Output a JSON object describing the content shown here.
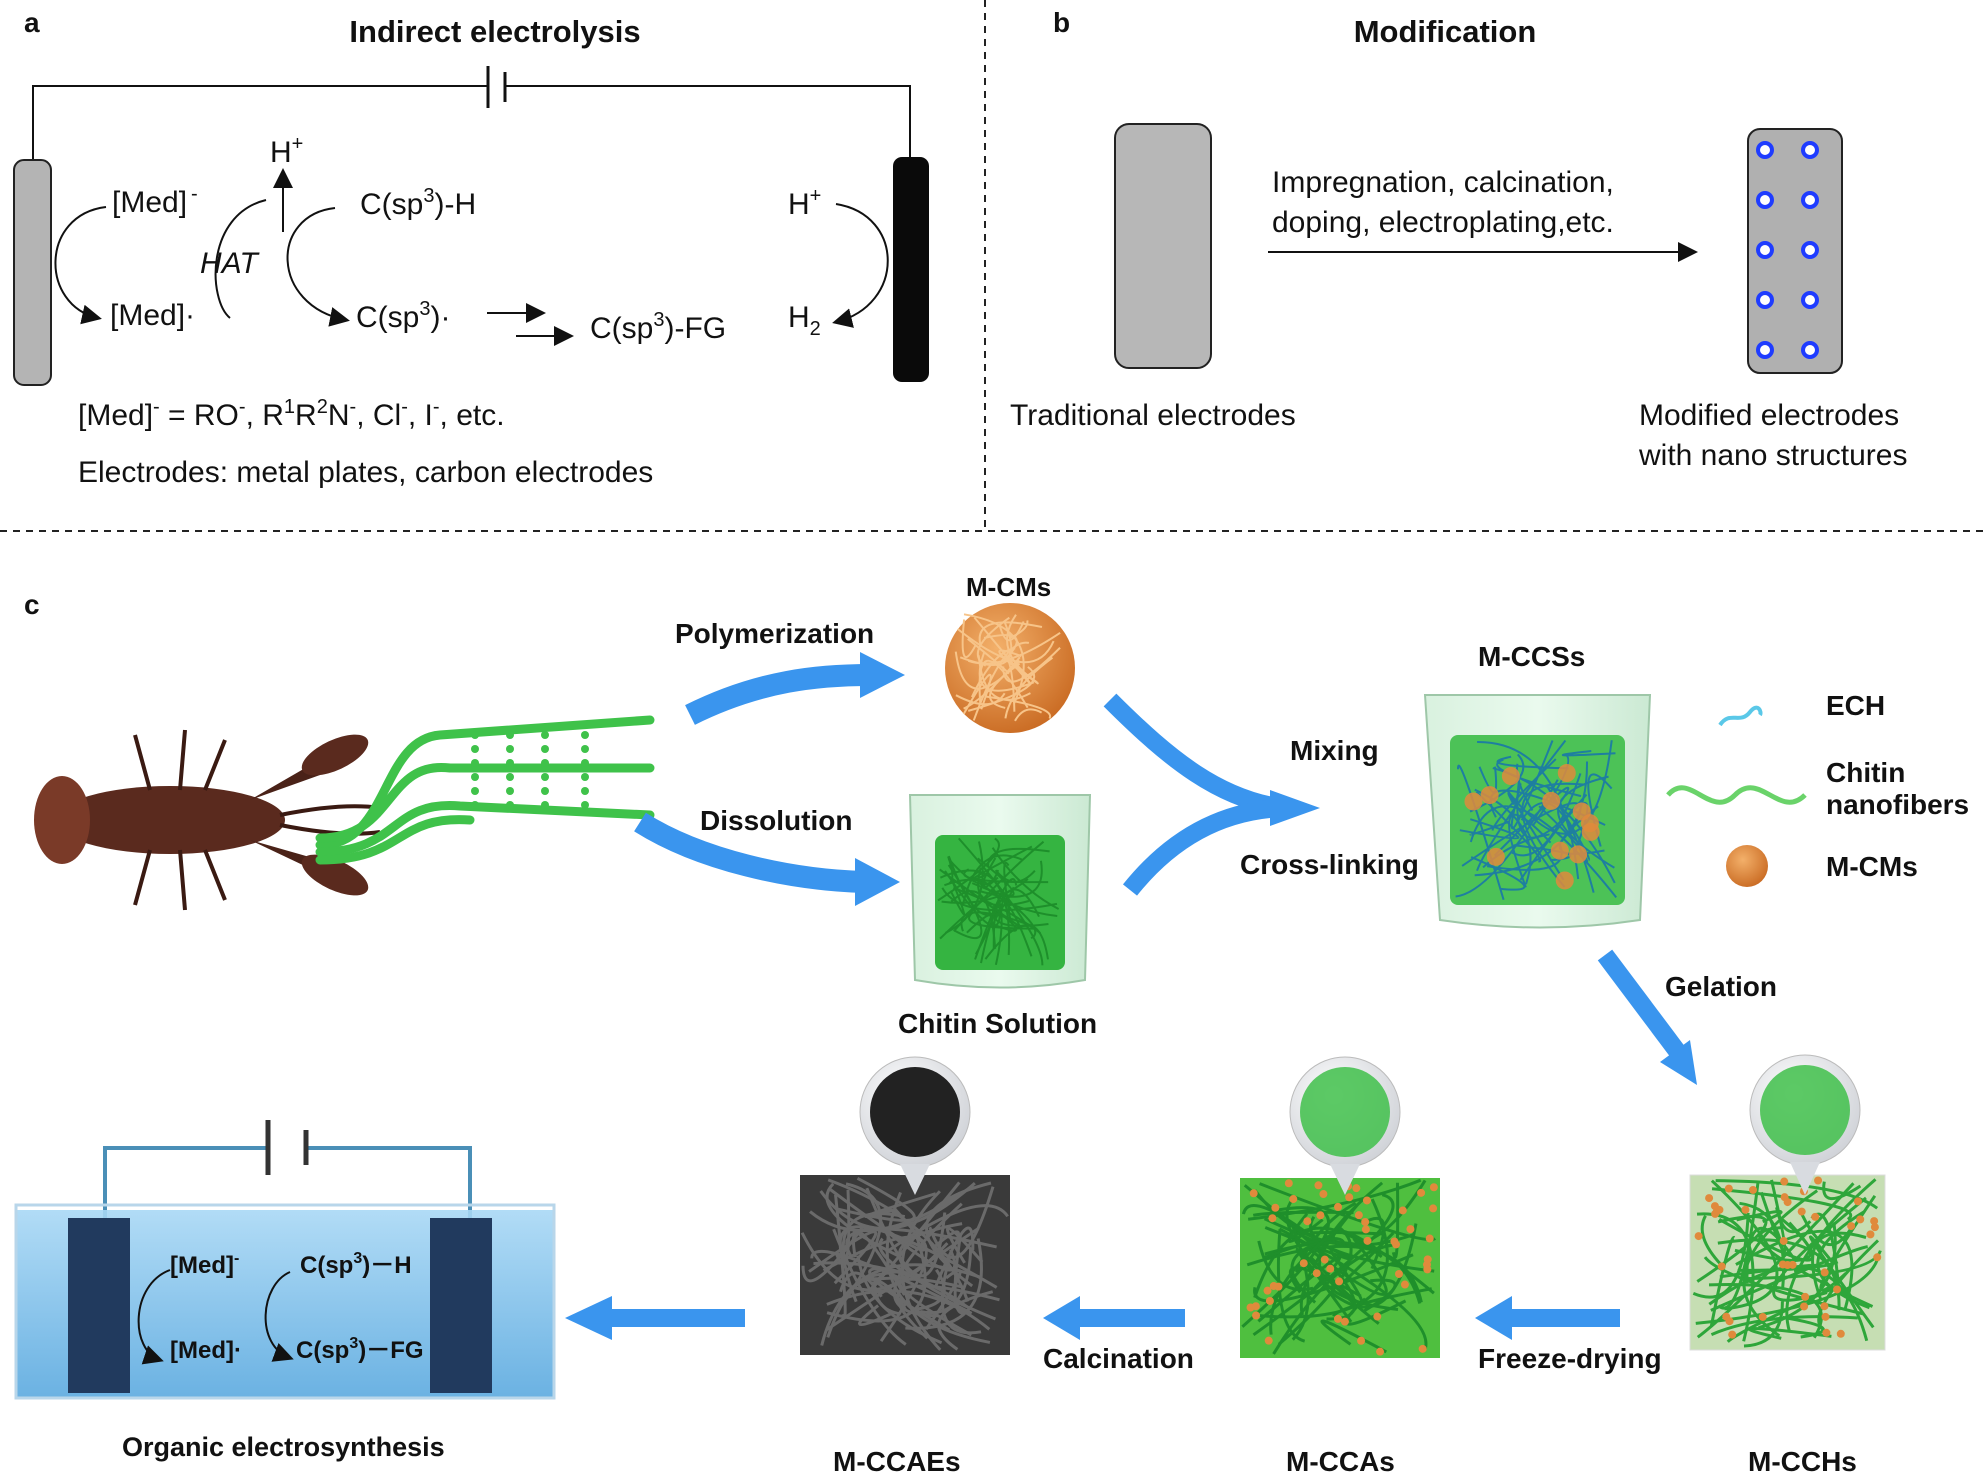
{
  "panels": {
    "a": {
      "letter": "a",
      "title": "Indirect electrolysis",
      "h_plus_top": "H",
      "h_plus_top_sup": "+",
      "med_minus": "[Med]",
      "med_minus_sup": "-",
      "med_radical": "[Med]·",
      "hat": "HAT",
      "csp3_h_pre": "C(sp",
      "csp3_h_sup": "3",
      "csp3_h_post": ")-H",
      "csp3_rad_pre": "C(sp",
      "csp3_rad_sup": "3",
      "csp3_rad_post": ")·",
      "csp3_fg_pre": "C(sp",
      "csp3_fg_sup": "3",
      "csp3_fg_post": ")-FG",
      "h_plus_right": "H",
      "h_plus_right_sup": "+",
      "h2": "H",
      "h2_sub": "2",
      "med_def": "[Med]",
      "med_def_sup": "-",
      "med_def_rest": " = RO",
      "med_def_sup2": "-",
      "med_def_r1": ", R",
      "med_def_sup3": "1",
      "med_def_r2": "R",
      "med_def_sup4": "2",
      "med_def_n": "N",
      "med_def_sup5": "-",
      "med_def_cl": ", Cl",
      "med_def_sup6": "-",
      "med_def_i": ", I",
      "med_def_sup7": "-",
      "med_def_end": ", etc.",
      "electrodes_line": "Electrodes: metal plates, carbon electrodes"
    },
    "b": {
      "letter": "b",
      "title": "Modification",
      "process_line1": "Impregnation, calcination,",
      "process_line2": "doping, electroplating,etc.",
      "left_label": "Traditional electrodes",
      "right_label_1": "Modified electrodes",
      "right_label_2": "with nano structures"
    },
    "c": {
      "letter": "c",
      "polymerization": "Polymerization",
      "dissolution": "Dissolution",
      "m_cms_top": "M-CMs",
      "chitin_solution": "Chitin  Solution",
      "mixing": "Mixing",
      "cross_linking": "Cross-linking",
      "m_ccss": "M-CCSs",
      "legend": [
        {
          "icon": "ech-squiggle-icon",
          "label": "ECH"
        },
        {
          "icon": "chitin-wave-icon",
          "label_1": "Chitin",
          "label_2": "nanofibers"
        },
        {
          "icon": "m-cms-ball-icon",
          "label": "M-CMs"
        }
      ],
      "gelation": "Gelation",
      "freeze_drying": "Freeze-drying",
      "calcination": "Calcination",
      "m_cchs": "M-CCHs",
      "m_ccas": "M-CCAs",
      "m_ccaes": "M-CCAEs",
      "organic": "Organic electrosynthesis",
      "cell_med_minus": "[Med]",
      "cell_med_minus_sup": "-",
      "cell_med_rad": "[Med]·",
      "cell_csp3_h_pre": "C(sp",
      "cell_csp3_h_sup": "3",
      "cell_csp3_h_post": ")－H",
      "cell_csp3_fg_pre": "C(sp",
      "cell_csp3_fg_sup": "3",
      "cell_csp3_fg_post": ")－FG"
    }
  },
  "colors": {
    "arrow_blue": "#3a95ee",
    "chitin_green": "#3fc24a",
    "electrode_gray": "#b7b7b7",
    "dot_blue": "#1f3cff",
    "copper": "#e08a3c",
    "water": "#7fc0ea"
  }
}
